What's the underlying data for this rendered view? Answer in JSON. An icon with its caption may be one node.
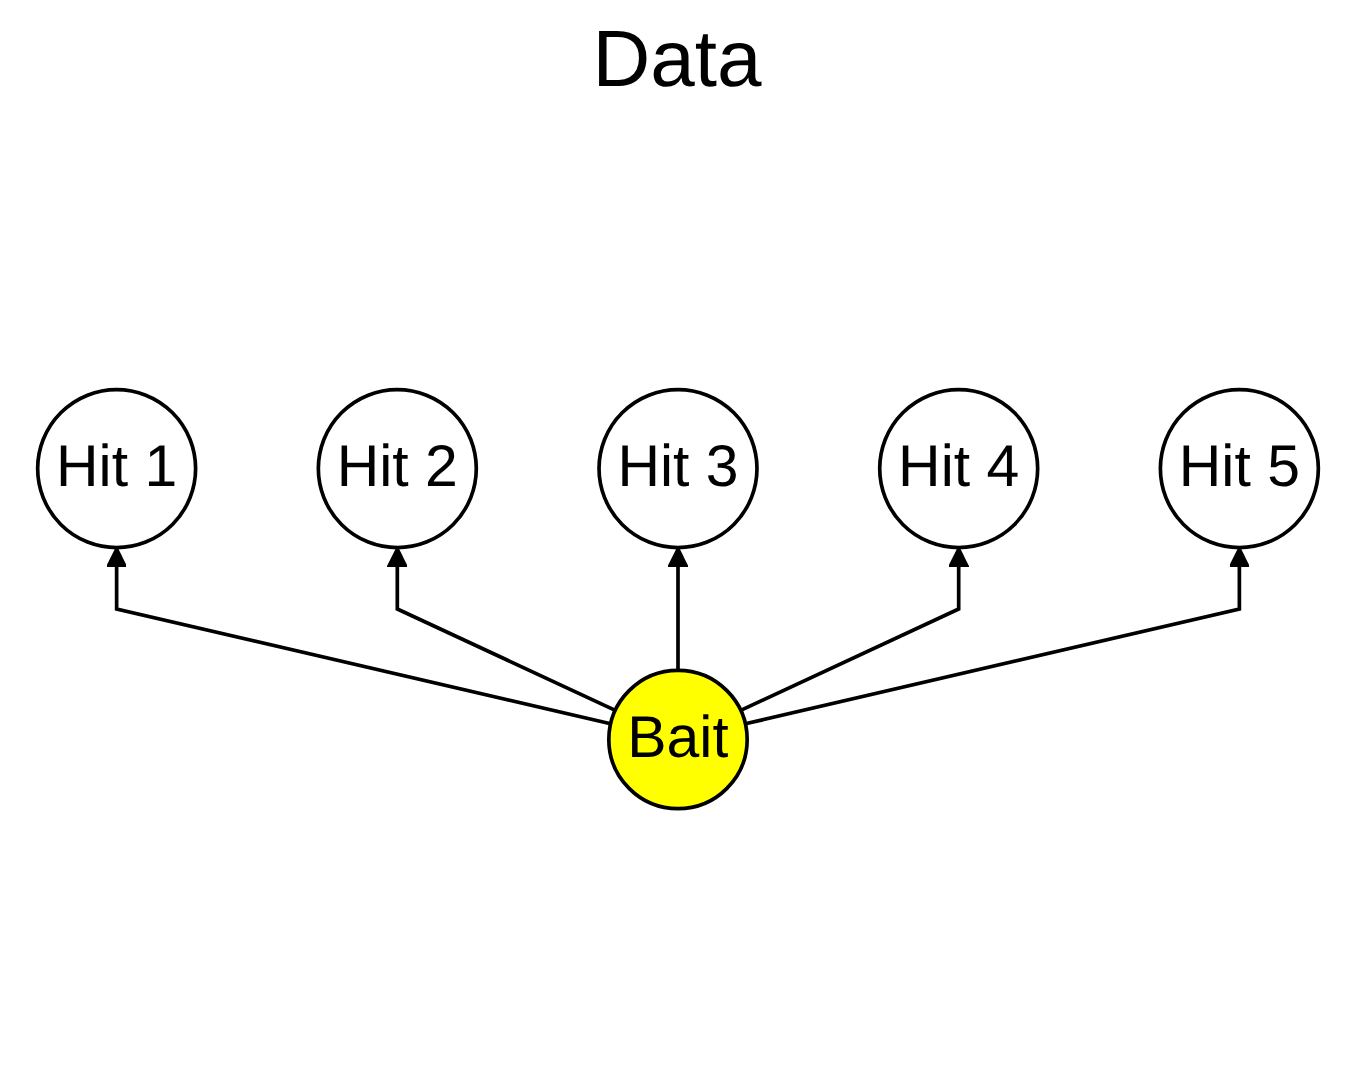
{
  "diagram": {
    "title": "Data",
    "nodes": [
      {
        "text": [
          "Hit 3"
        ]
      },
      {
        "text": [
          "Hit 2"
        ]
      },
      {
        "text": [
          "Hit 4"
        ]
      },
      {
        "text": [
          "Hit 1"
        ]
      },
      {
        "text": [
          "Bait"
        ]
      },
      {
        "text": [
          "Hit 5"
        ]
      }
    ],
    "edges": [
      {
        "from": 4,
        "to": 3,
        "arrow": "to"
      },
      {
        "from": 4,
        "to": 1,
        "arrow": "to"
      },
      {
        "from": 4,
        "to": 0,
        "arrow": "to"
      },
      {
        "from": 4,
        "to": 2,
        "arrow": "to"
      },
      {
        "from": 4,
        "to": 5,
        "arrow": "to"
      }
    ]
  }
}
